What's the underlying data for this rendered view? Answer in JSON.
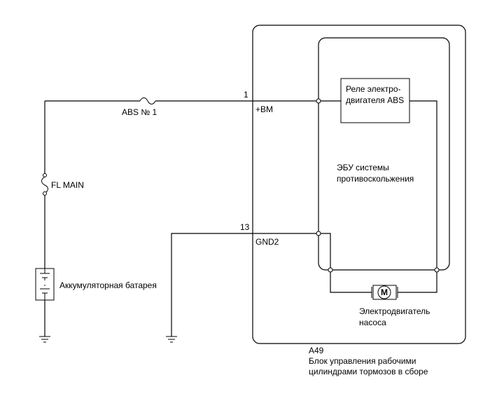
{
  "labels": {
    "fuse_abs": "ABS № 1",
    "fuse_fl": "FL MAIN",
    "battery": "Аккумуляторная батарея",
    "pin1_number": "1",
    "pin1_name": "+BM",
    "pin13_number": "13",
    "pin13_name": "GND2",
    "relay_line1": "Реле электро-",
    "relay_line2": "двигателя ABS",
    "ecu_line1": "ЭБУ системы",
    "ecu_line2": "противоскольжения",
    "motor_symbol": "M",
    "motor_line1": "Электродвигатель",
    "motor_line2": "насоса",
    "assembly_code": "A49",
    "assembly_line1": "Блок управления рабочими",
    "assembly_line2": "цилиндрами тормозов в сборе"
  }
}
